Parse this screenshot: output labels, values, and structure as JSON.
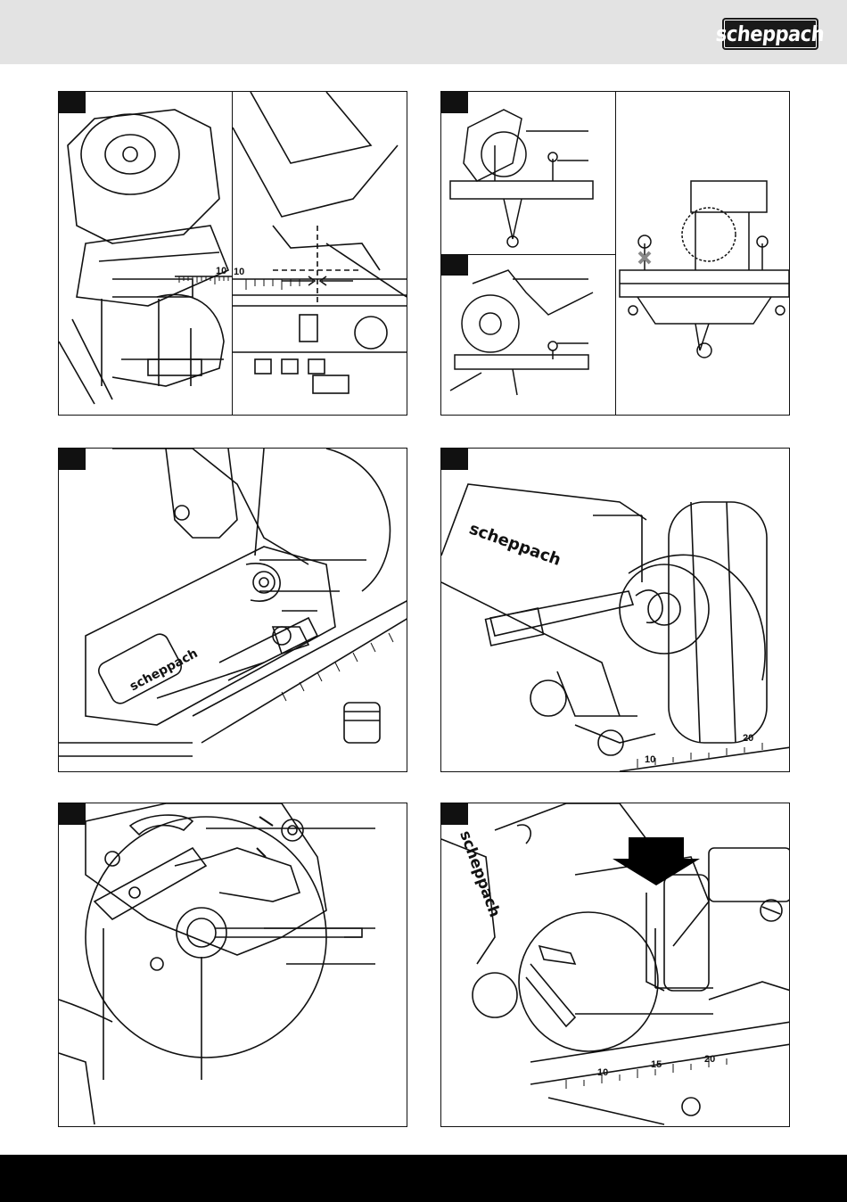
{
  "header": {
    "brand": "scheppach",
    "background_color": "#e3e3e3"
  },
  "figures": [
    {
      "id": "fig-top-left",
      "scale_labels": [
        "10",
        "10"
      ]
    },
    {
      "id": "fig-top-right"
    },
    {
      "id": "fig-middle-left",
      "logo_label": "scheppach"
    },
    {
      "id": "fig-middle-right",
      "logo_label": "scheppach",
      "scale_labels": [
        "10",
        "20"
      ]
    },
    {
      "id": "fig-bottom-left"
    },
    {
      "id": "fig-bottom-right",
      "logo_label": "scheppach",
      "scale_labels": [
        "10",
        "15",
        "20"
      ]
    }
  ],
  "footer": {
    "background_color": "#000000"
  }
}
